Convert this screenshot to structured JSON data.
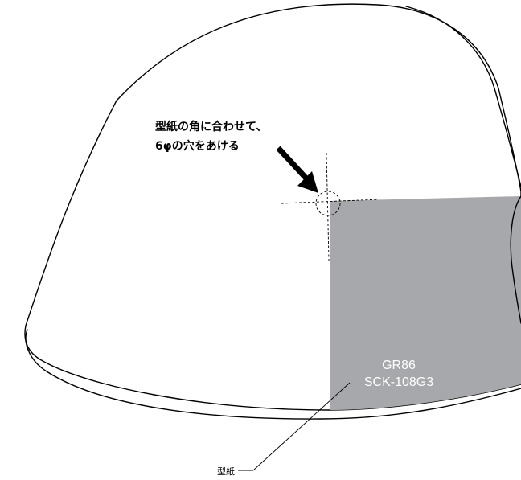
{
  "instruction": {
    "line1": "型紙の角に合わせて、",
    "line2": "6φの穴をあける"
  },
  "template": {
    "line1": "GR86",
    "line2": "SCK-108G3",
    "fill_color": "#a7a8ab"
  },
  "callout": {
    "label": "型紙"
  },
  "icons": {
    "arrow": "arrow-down-right-icon",
    "crosshair": "drill-hole-crosshair-icon"
  }
}
